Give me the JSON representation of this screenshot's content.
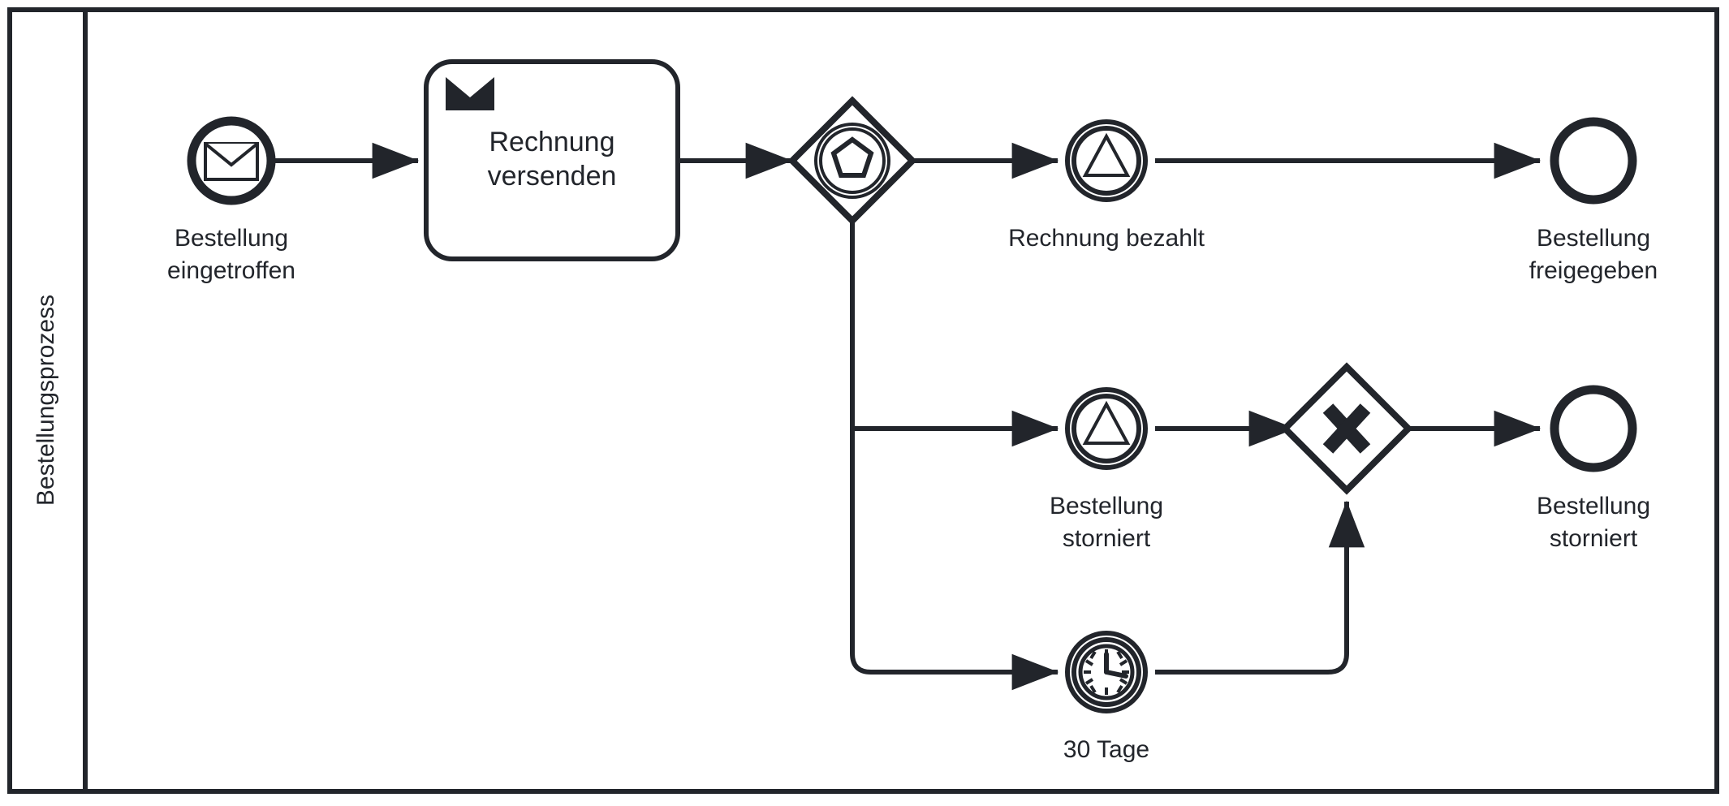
{
  "diagram": {
    "type": "bpmn-process-diagram",
    "notation": "BPMN 2.0",
    "background_color": "#ffffff",
    "stroke_color": "#22252b"
  },
  "pool": {
    "name": "Bestellungsprozess",
    "lane_label_orientation": "vertical"
  },
  "nodes": {
    "start_event": {
      "label": "Bestellung eingetroffen",
      "label_line1": "Bestellung",
      "label_line2": "eingetroffen",
      "icon": "envelope-icon",
      "bpmn_type": "message-start-event"
    },
    "send_task": {
      "label": "Rechnung versenden",
      "label_line1": "Rechnung",
      "label_line2": "versenden",
      "icon": "envelope-filled-icon",
      "bpmn_type": "send-task"
    },
    "event_gateway": {
      "label": "",
      "icon": "pentagon-icon",
      "bpmn_type": "event-based-gateway"
    },
    "signal_paid": {
      "label": "Rechnung bezahlt",
      "label_line1": "Rechnung bezahlt",
      "label_line2": "",
      "icon": "triangle-icon",
      "bpmn_type": "intermediate-signal-catch-event"
    },
    "end_released": {
      "label": "Bestellung freigegeben",
      "label_line1": "Bestellung",
      "label_line2": "freigegeben",
      "icon": "none",
      "bpmn_type": "end-event"
    },
    "signal_cancelled": {
      "label": "Bestellung storniert",
      "label_line1": "Bestellung",
      "label_line2": "storniert",
      "icon": "triangle-icon",
      "bpmn_type": "intermediate-signal-catch-event"
    },
    "timer_30_days": {
      "label": "30 Tage",
      "label_line1": "30 Tage",
      "label_line2": "",
      "icon": "clock-icon",
      "bpmn_type": "intermediate-timer-catch-event"
    },
    "exclusive_gateway": {
      "label": "",
      "icon": "x-icon",
      "bpmn_type": "exclusive-gateway"
    },
    "end_cancelled": {
      "label": "Bestellung storniert",
      "label_line1": "Bestellung",
      "label_line2": "storniert",
      "icon": "none",
      "bpmn_type": "end-event"
    }
  },
  "flows": [
    {
      "from": "start_event",
      "to": "send_task",
      "label": ""
    },
    {
      "from": "send_task",
      "to": "event_gateway",
      "label": ""
    },
    {
      "from": "event_gateway",
      "to": "signal_paid",
      "label": ""
    },
    {
      "from": "signal_paid",
      "to": "end_released",
      "label": ""
    },
    {
      "from": "event_gateway",
      "to": "signal_cancelled",
      "label": ""
    },
    {
      "from": "signal_cancelled",
      "to": "exclusive_gateway",
      "label": ""
    },
    {
      "from": "event_gateway",
      "to": "timer_30_days",
      "label": ""
    },
    {
      "from": "timer_30_days",
      "to": "exclusive_gateway",
      "label": ""
    },
    {
      "from": "exclusive_gateway",
      "to": "end_cancelled",
      "label": ""
    }
  ]
}
